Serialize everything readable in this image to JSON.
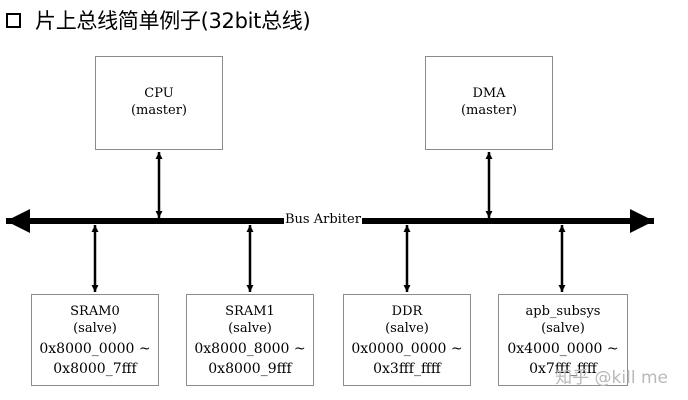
{
  "title": "片上总线简单例子(32bit总线)",
  "bus": {
    "label": "Bus Arbiter"
  },
  "masters": [
    {
      "name": "CPU",
      "role": "(master)"
    },
    {
      "name": "DMA",
      "role": "(master)"
    }
  ],
  "slaves": [
    {
      "name": "SRAM0",
      "role": "(salve)",
      "addr_start": "0x8000_0000 ~",
      "addr_end": "0x8000_7fff"
    },
    {
      "name": "SRAM1",
      "role": "(salve)",
      "addr_start": "0x8000_8000 ~",
      "addr_end": "0x8000_9fff"
    },
    {
      "name": "DDR",
      "role": "(salve)",
      "addr_start": "0x0000_0000 ~",
      "addr_end": "0x3fff_ffff"
    },
    {
      "name": "apb_subsys",
      "role": "(salve)",
      "addr_start": "0x4000_0000 ~",
      "addr_end": "0x7fff_ffff"
    }
  ],
  "watermark": "知乎 @kill me",
  "colors": {
    "line": "#000000",
    "box_border": "#8c8c8c",
    "watermark": "#b9b9b9"
  }
}
